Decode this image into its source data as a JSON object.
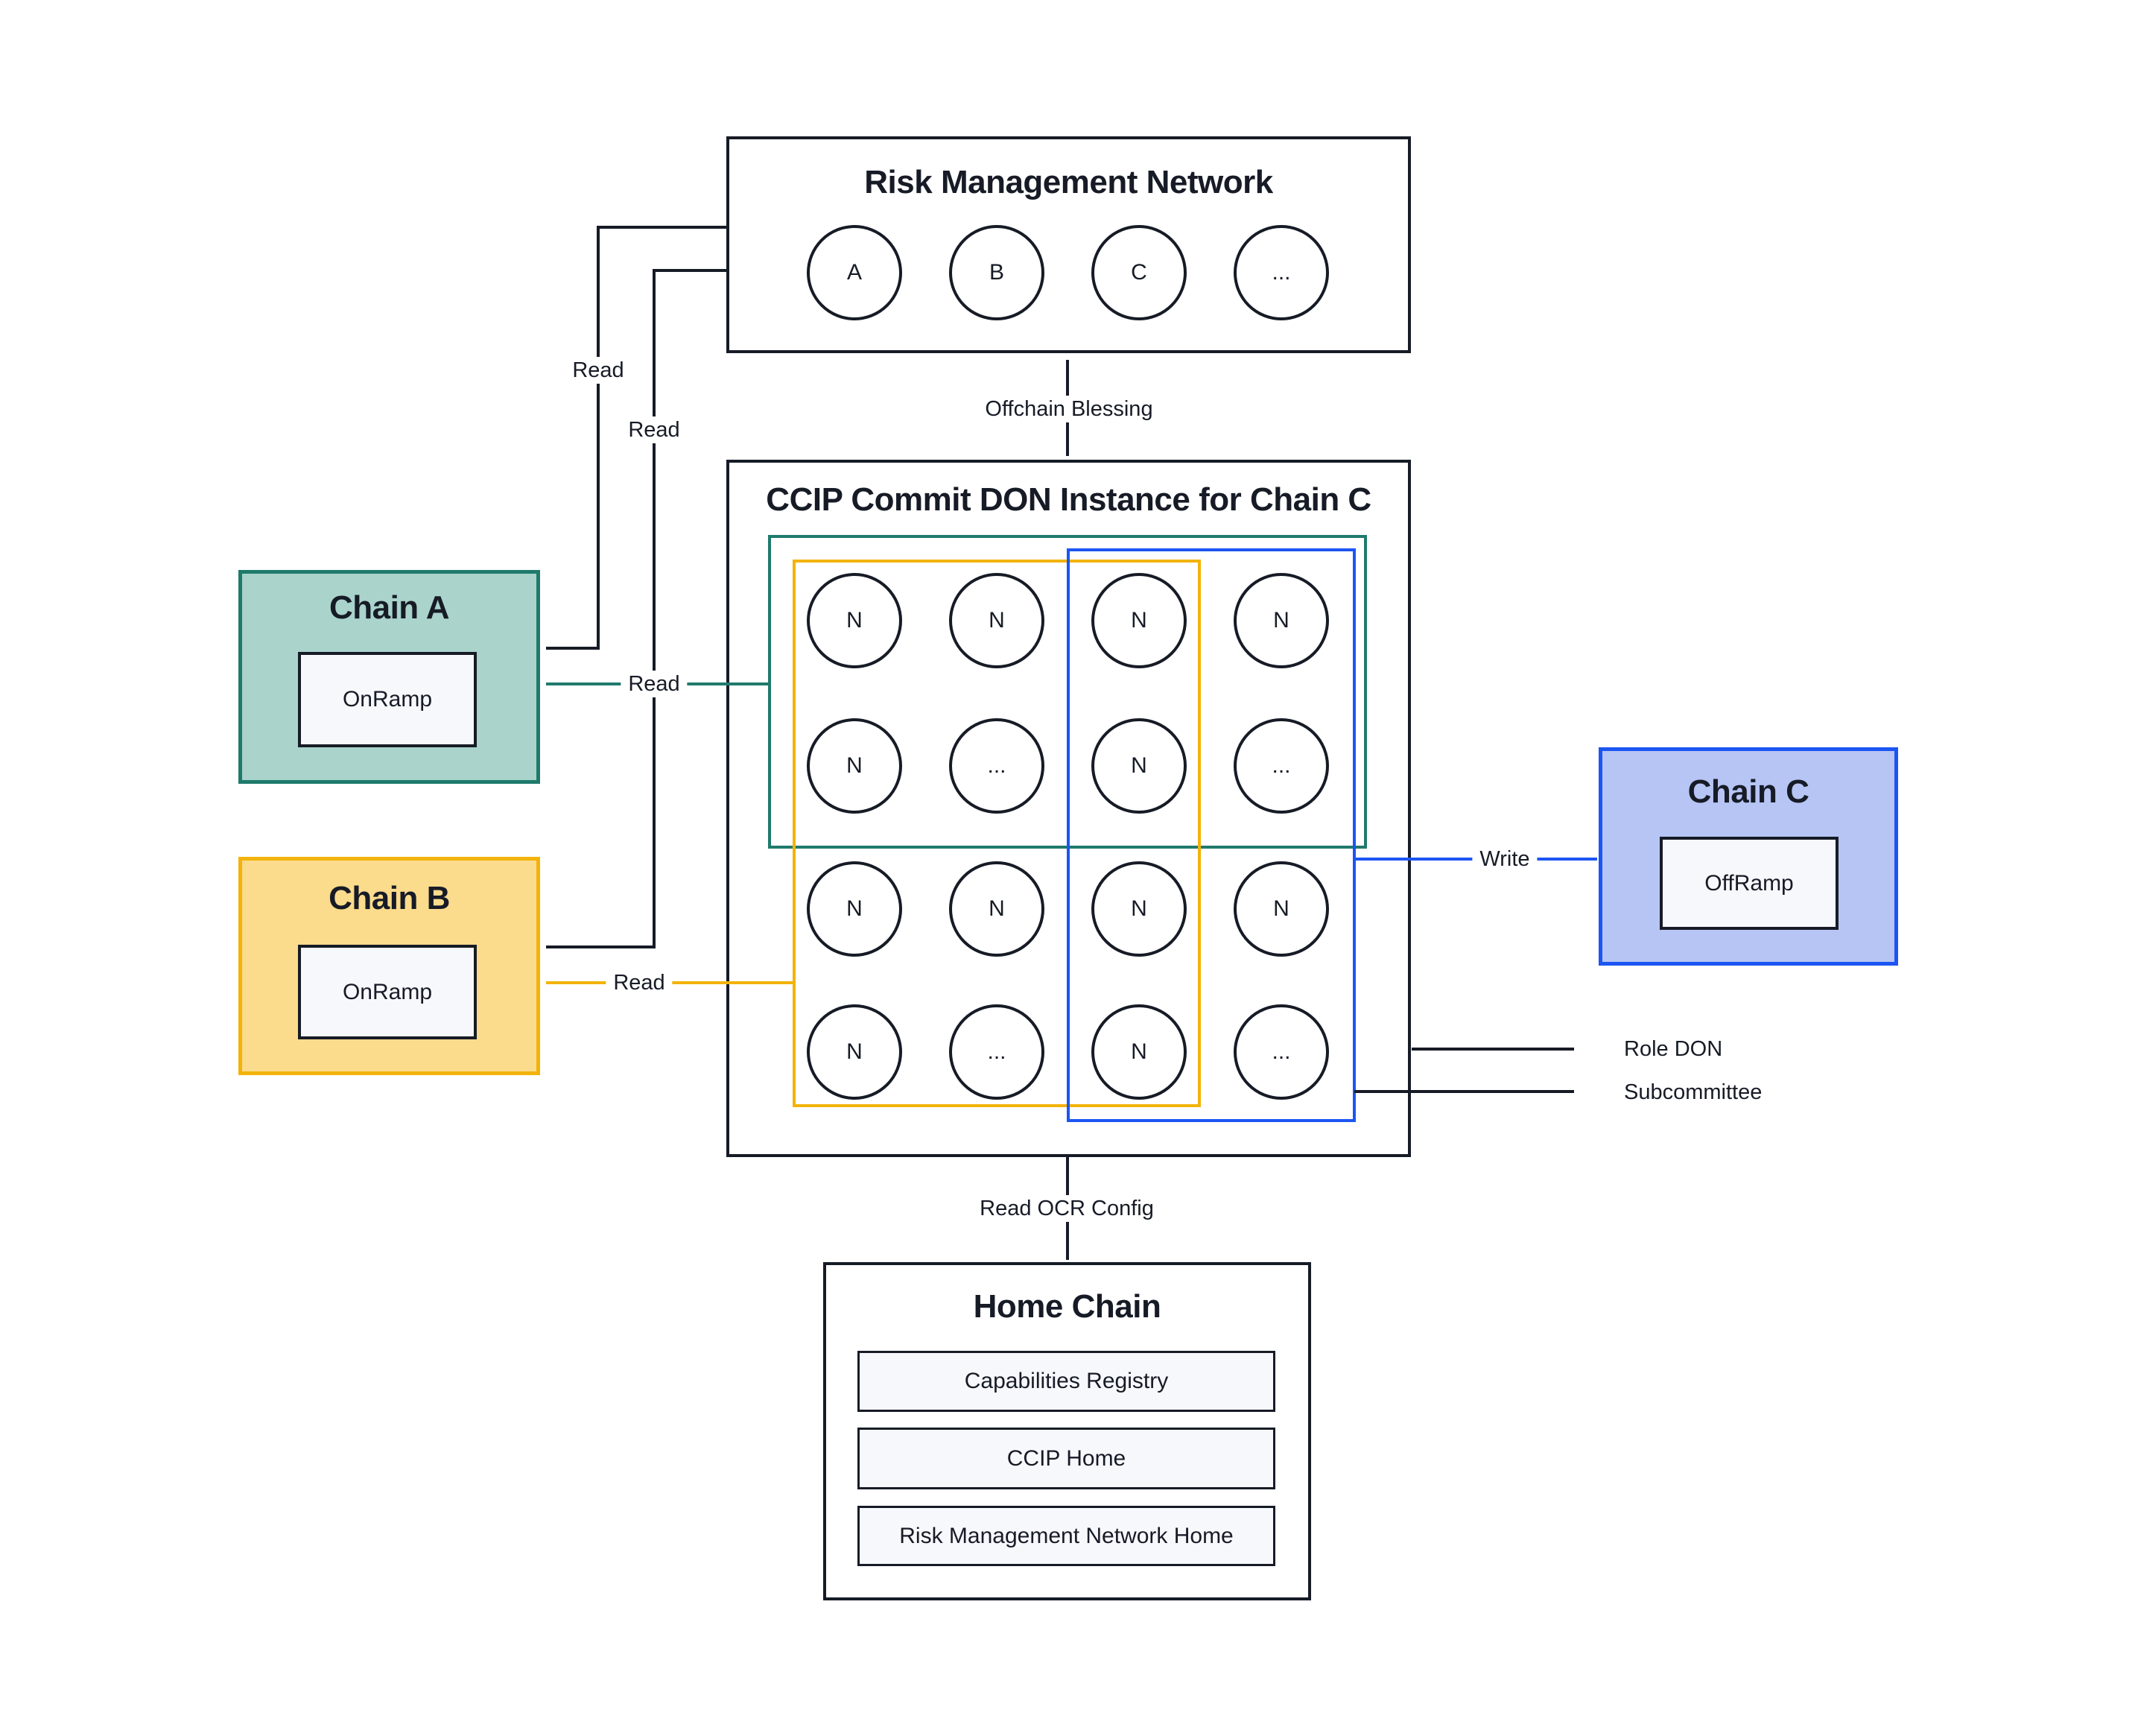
{
  "palette": {
    "ink": "#161B26",
    "teal_border": "#1F7A6C",
    "teal_fill": "#A9D3CB",
    "yellow_border": "#F2B30A",
    "yellow_fill": "#FBDB8C",
    "blue_border": "#1C55F2",
    "blue_fill": "#B6C5F4",
    "panel_fill": "#F7F8FC"
  },
  "rmn": {
    "title": "Risk Management Network",
    "nodes": [
      "A",
      "B",
      "C",
      "..."
    ]
  },
  "ccip": {
    "title": "CCIP Commit DON Instance for Chain C",
    "grid": [
      "N",
      "N",
      "N",
      "N",
      "N",
      "...",
      "N",
      "...",
      "N",
      "N",
      "N",
      "N",
      "N",
      "...",
      "N",
      "..."
    ]
  },
  "chain_a": {
    "title": "Chain A",
    "component": "OnRamp"
  },
  "chain_b": {
    "title": "Chain B",
    "component": "OnRamp"
  },
  "chain_c": {
    "title": "Chain C",
    "component": "OffRamp"
  },
  "home_chain": {
    "title": "Home Chain",
    "components": [
      "Capabilities Registry",
      "CCIP Home",
      "Risk Management Network Home"
    ]
  },
  "labels": {
    "offchain_blessing": "Offchain Blessing",
    "read_rmn_to_chain_a": "Read",
    "read_rmn_to_chain_b": "Read",
    "read_don_to_chain_a": "Read",
    "read_don_to_chain_b": "Read",
    "write": "Write",
    "role_don": "Role DON",
    "subcommittee": "Subcommittee",
    "read_ocr_config": "Read OCR Config"
  }
}
